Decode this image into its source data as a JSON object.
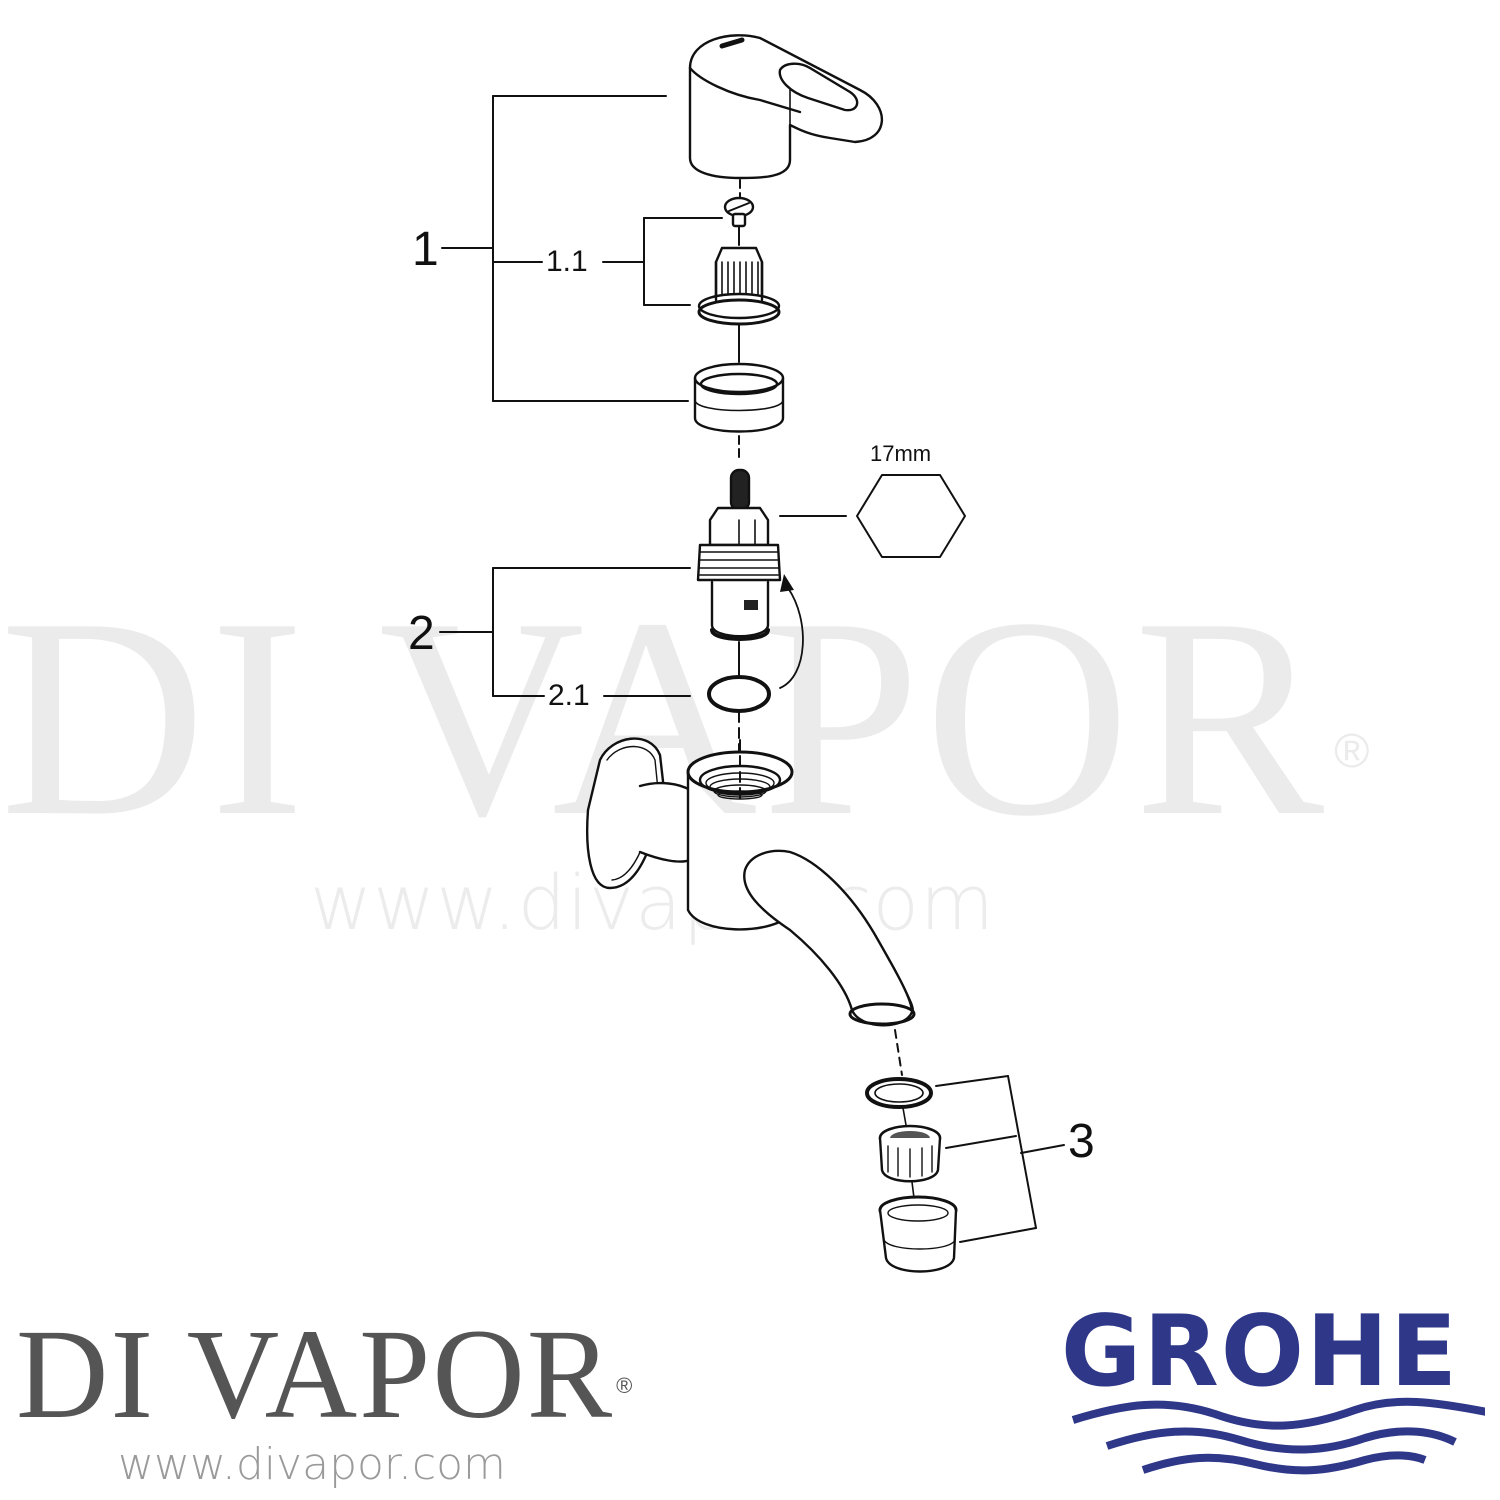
{
  "watermark": {
    "text": "DI VAPOR",
    "registered": "®",
    "url": "www.divapor.com",
    "color": "#ebebeb"
  },
  "diagram": {
    "type": "exploded parts diagram",
    "subject": "wall-mounted bib tap",
    "callouts": [
      {
        "id": "1",
        "label": "1",
        "description": "handle assembly"
      },
      {
        "id": "1.1",
        "label": "1.1",
        "description": "screw and handle adapter"
      },
      {
        "id": "2",
        "label": "2",
        "description": "headpart / cartridge"
      },
      {
        "id": "2.1",
        "label": "2.1",
        "description": "o-ring seal"
      },
      {
        "id": "3",
        "label": "3",
        "description": "aerator set"
      }
    ],
    "wrench_size": "17mm",
    "line_color": "#111111"
  },
  "branding": {
    "retailer": {
      "name": "DI VAPOR",
      "registered": "®",
      "url": "www.divapor.com",
      "color": "#555555",
      "url_color": "#9a9a9a"
    },
    "manufacturer": {
      "name": "GROHE",
      "color": "#2f3789"
    }
  }
}
